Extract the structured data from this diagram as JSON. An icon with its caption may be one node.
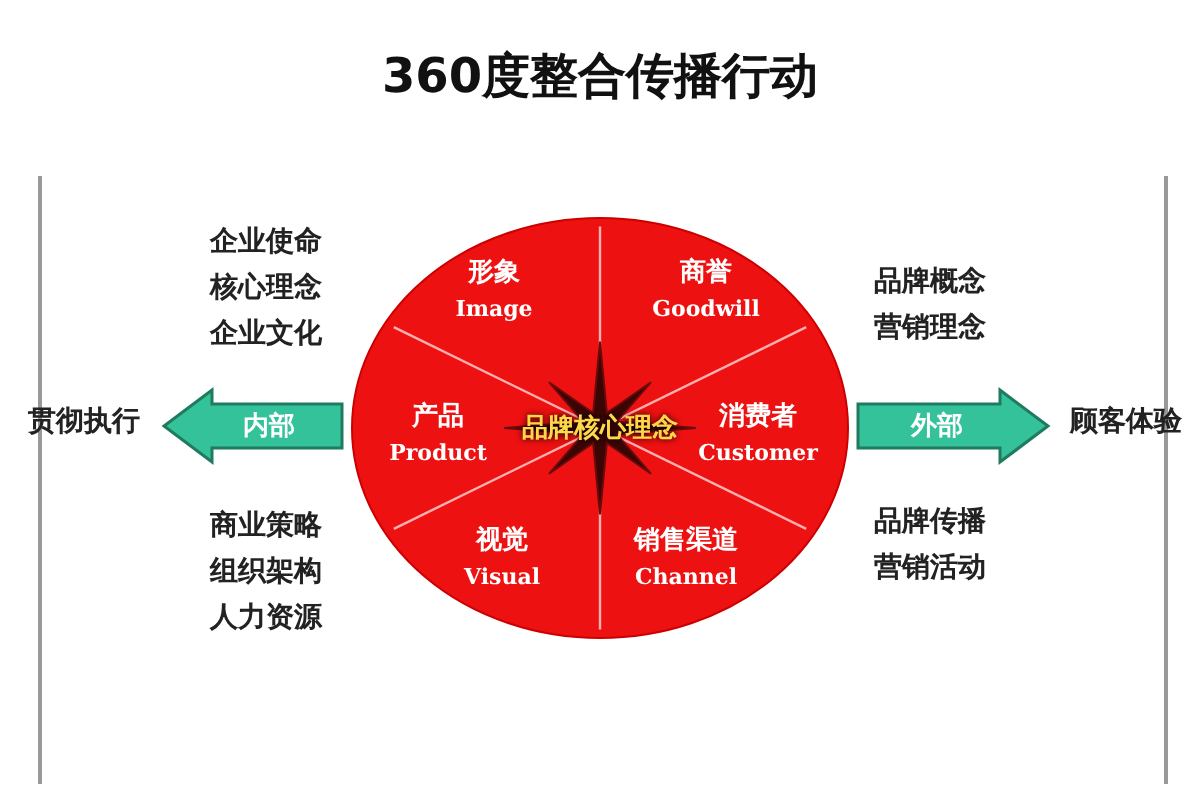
{
  "diagram": {
    "title": "360度整合传播行动",
    "nodes": [
      {
        "text": [],
        "shape": "circle"
      },
      {
        "text": [
          "形象",
          "Image"
        ],
        "in": 0
      },
      {
        "text": [
          "商誉",
          "Goodwill"
        ],
        "in": 0
      },
      {
        "text": [
          "产品",
          "Product"
        ],
        "in": 0
      },
      {
        "text": [
          "品牌核心理念"
        ],
        "in": 0
      },
      {
        "text": [
          "消费者",
          "Customer"
        ],
        "in": 0
      },
      {
        "text": [
          "视觉",
          "Visual"
        ],
        "in": 0
      },
      {
        "text": [
          "销售渠道",
          "Channel"
        ],
        "in": 0
      },
      {
        "text": [
          "贯彻执行"
        ]
      },
      {
        "text": [
          "顾客体验"
        ]
      }
    ],
    "edges": [
      {
        "from": 0,
        "to": 8,
        "arrow": "to",
        "label": "内部"
      },
      {
        "from": 0,
        "to": 9,
        "arrow": "to",
        "label": "外部"
      }
    ],
    "labels": [
      "企业使命",
      "核心理念",
      "企业文化",
      "品牌概念",
      "营销理念",
      "商业策略",
      "组织架构",
      "人力资源",
      "品牌传播",
      "营销活动"
    ]
  }
}
